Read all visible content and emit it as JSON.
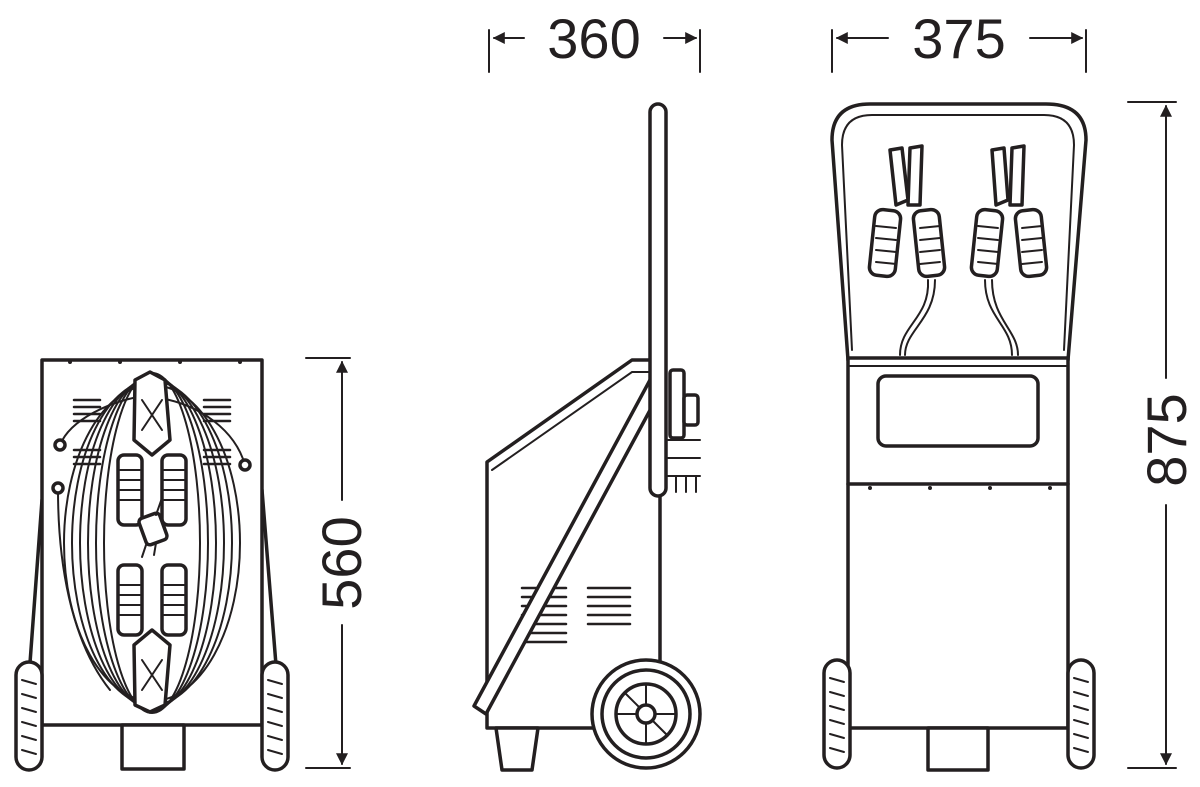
{
  "dimensions": {
    "front_depth": "560",
    "side_width": "360",
    "back_width": "375",
    "back_height": "875"
  },
  "colors": {
    "line": "#231f20",
    "background": "#ffffff"
  }
}
